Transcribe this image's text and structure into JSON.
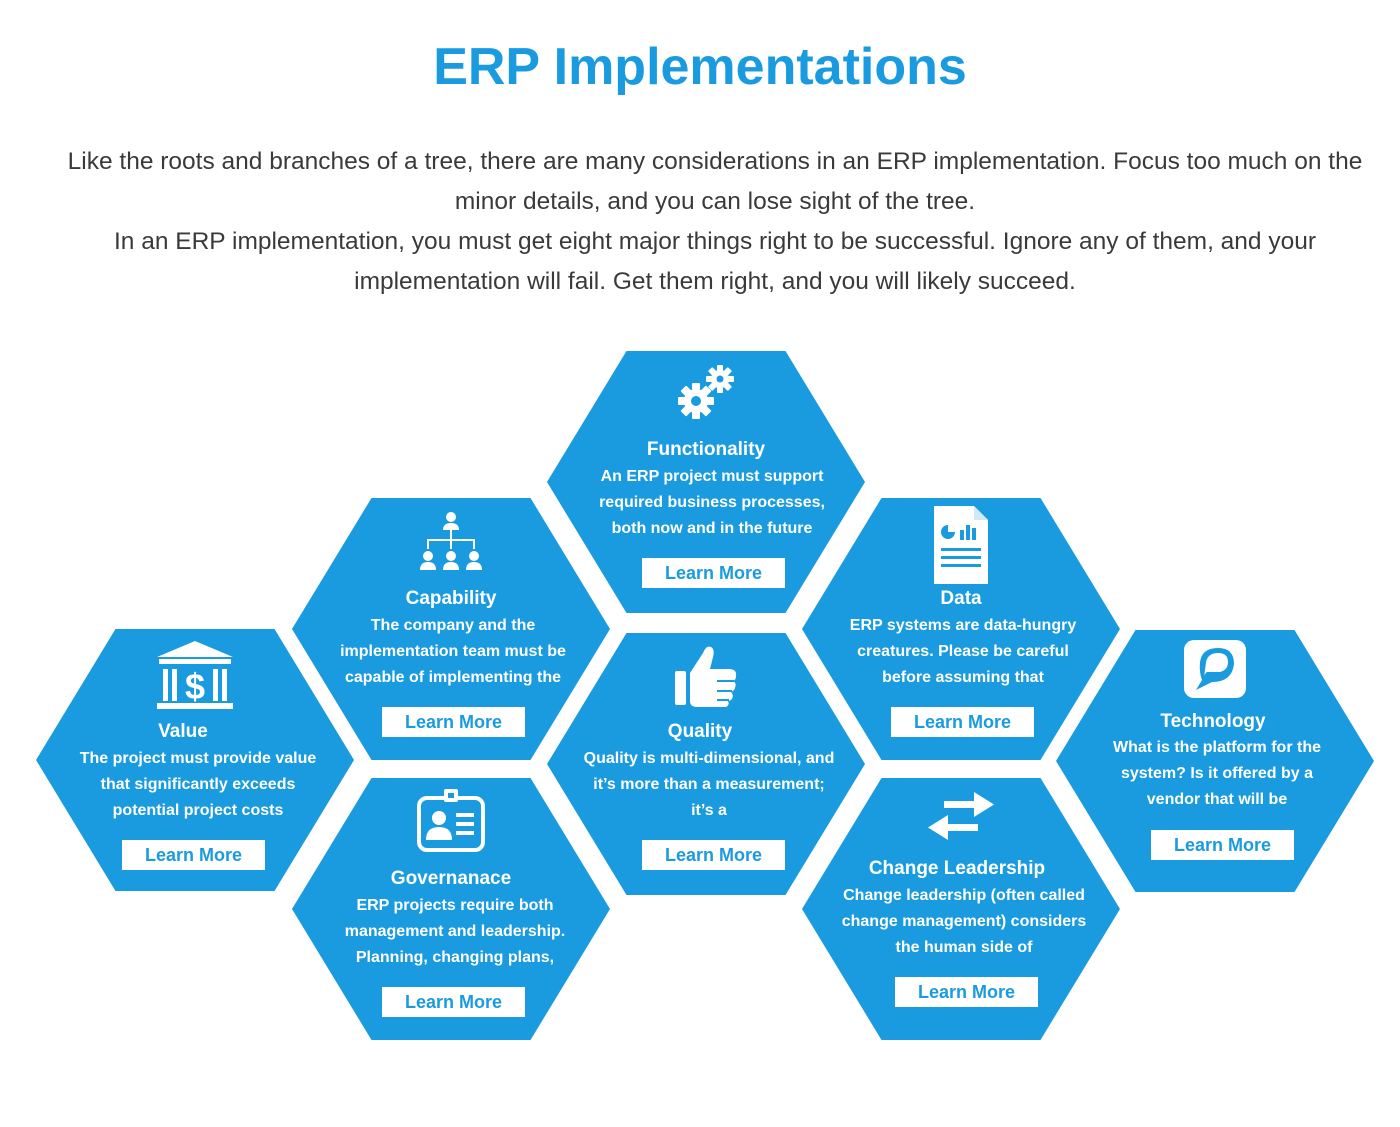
{
  "page": {
    "title": "ERP Implementations",
    "intro_1": "Like the roots and branches of a tree, there are many considerations in an ERP implementation. Focus too much on the minor details, and you can lose sight of the tree.",
    "intro_2": "In an ERP implementation, you must get eight major things right to be successful. Ignore any of them, and your implementation will fail. Get them right, and you will likely succeed."
  },
  "colors": {
    "accent": "#1a9be0",
    "text": "#3a3a3a",
    "button_bg": "#ffffff"
  },
  "cards": {
    "functionality": {
      "icon": "gears-icon",
      "title": "Functionality",
      "desc": "An ERP project must support required business processes, both now and in the future",
      "button": "Learn More"
    },
    "capability": {
      "icon": "org-chart-icon",
      "title": "Capability",
      "desc": "The company and the implementation team must be capable of implementing the",
      "button": "Learn More"
    },
    "data": {
      "icon": "report-document-icon",
      "title": "Data",
      "desc": "ERP systems are data-hungry creatures. Please be careful before assuming that",
      "button": "Learn More"
    },
    "value": {
      "icon": "bank-dollar-icon",
      "title": "Value",
      "desc": "The project must provide value that significantly exceeds potential project costs",
      "button": "Learn More"
    },
    "quality": {
      "icon": "thumbs-up-icon",
      "title": "Quality",
      "desc": "Quality is multi-dimensional, and it’s more than a measurement; it’s a",
      "button": "Learn More"
    },
    "technology": {
      "icon": "chat-bubble-icon",
      "title": "Technology",
      "desc": "What is the platform for the system?  Is it offered by a vendor that will be",
      "button": "Learn More"
    },
    "governance": {
      "icon": "id-badge-icon",
      "title": "Governanace",
      "desc": "ERP projects require both management and leadership. Planning, changing plans,",
      "button": "Learn More"
    },
    "change_leadership": {
      "icon": "exchange-arrows-icon",
      "title": "Change Leadership",
      "desc": "Change leadership (often called change management) considers the human side of",
      "button": "Learn More"
    }
  }
}
